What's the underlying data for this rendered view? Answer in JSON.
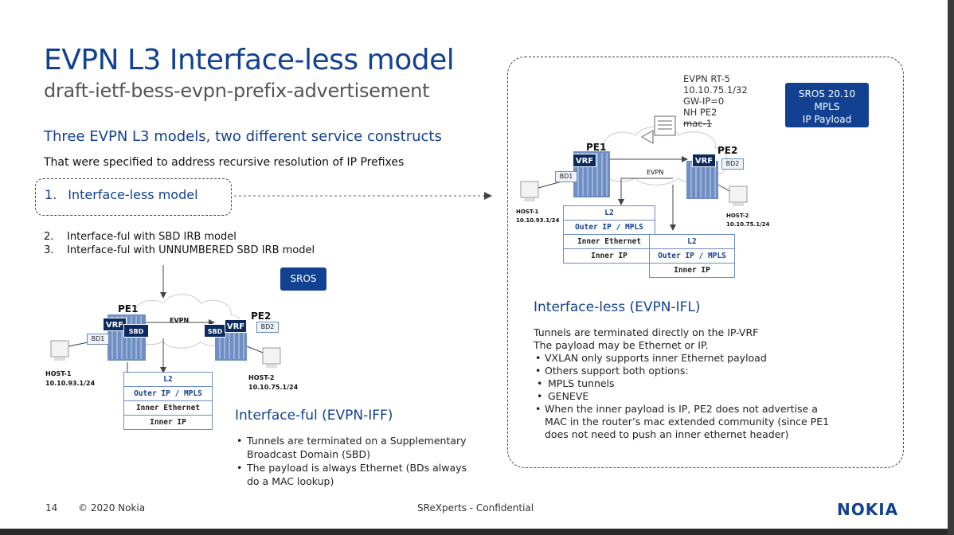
{
  "slide": {
    "title": "EVPN L3 Interface-less model",
    "subtitle": "draft-ietf-bess-evpn-prefix-advertisement",
    "section_heading": "Three EVPN L3 models, two different service constructs",
    "intro": "That were specified to address recursive resolution of IP Prefixes",
    "models": [
      {
        "num": "1.",
        "label": "Interface-less model"
      },
      {
        "num": "2.",
        "label": "Interface-ful with SBD IRB model"
      },
      {
        "num": "3.",
        "label": "Interface-ful with UNNUMBERED SBD IRB model"
      }
    ]
  },
  "iff_diagram": {
    "badge": "SROS",
    "pe1": "PE1",
    "pe2": "PE2",
    "vrf": "VRF",
    "sbd": "SBD",
    "evpn": "EVPN",
    "bd1": "BD1",
    "bd2": "BD2",
    "host1_name": "HOST-1",
    "host1_ip": "10.10.93.1/24",
    "host2_name": "HOST-2",
    "host2_ip": "10.10.75.1/24",
    "stack": [
      "L2",
      "Outer IP / MPLS",
      "Inner Ethernet",
      "Inner IP"
    ]
  },
  "iff_text": {
    "heading": "Interface-ful (EVPN-IFF)",
    "bullets": [
      "Tunnels are terminated on a Supplementary Broadcast Domain (SBD)",
      "The payload is always Ethernet (BDs always do a MAC lookup)"
    ]
  },
  "ifl_diagram": {
    "badge": [
      "SROS 20.10",
      "MPLS",
      "IP Payload"
    ],
    "route": [
      "EVPN RT-5",
      "10.10.75.1/32",
      "GW-IP=0",
      "NH PE2"
    ],
    "route_struck": "mac-1",
    "pe1": "PE1",
    "pe2": "PE2",
    "vrf": "VRF",
    "evpn": "EVPN",
    "bd1": "BD1",
    "bd2": "BD2",
    "host1_name": "HOST-1",
    "host1_ip": "10.10.93.1/24",
    "host2_name": "HOST-2",
    "host2_ip": "10.10.75.1/24",
    "stack1": [
      "L2",
      "Outer IP / MPLS",
      "Inner Ethernet",
      "Inner IP"
    ],
    "stack2": [
      "L2",
      "Outer IP / MPLS",
      "Inner IP"
    ]
  },
  "ifl_text": {
    "heading": "Interface-less (EVPN-IFL)",
    "line1": "Tunnels are terminated directly on the IP-VRF",
    "line2": "The payload may be Ethernet or IP.",
    "b1": "VXLAN only supports inner Ethernet payload",
    "b2": "Others support both options:",
    "sub1": "MPLS tunnels",
    "sub2": "GENEVE",
    "b3": "When the inner payload is IP, PE2 does not advertise a MAC in the router’s mac extended community (since PE1 does not need to push an inner ethernet header)"
  },
  "footer": {
    "page": "14",
    "copyright": "© 2020 Nokia",
    "center": "SReXperts - Confidential",
    "logo": "NOKIA"
  },
  "colors": {
    "brand": "#124191",
    "router": "#6f8fc4",
    "vrf_badge": "#0b2a5e"
  }
}
